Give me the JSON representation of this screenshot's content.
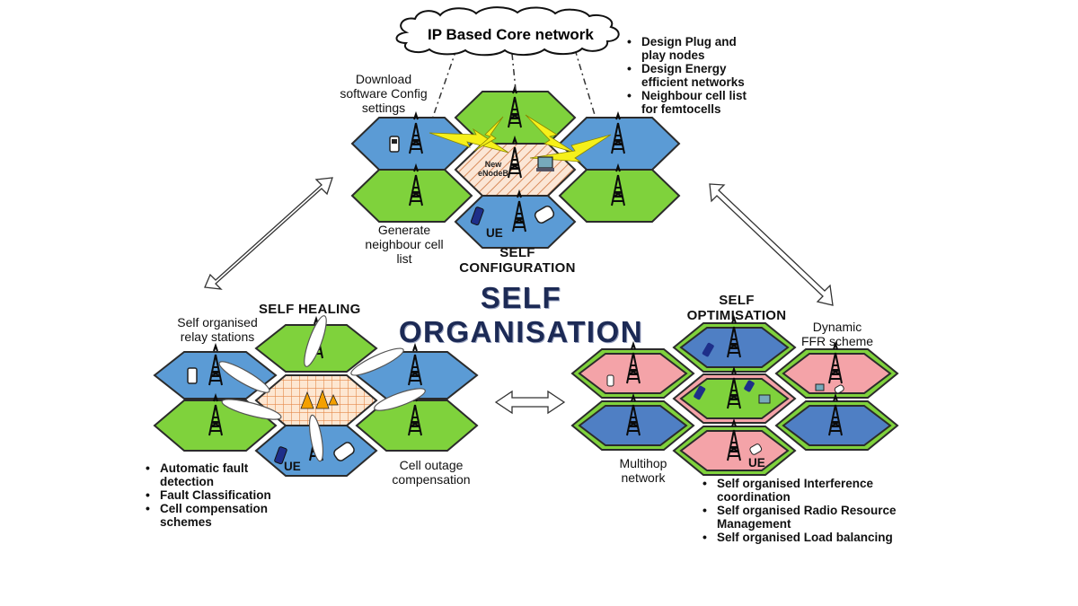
{
  "cloud": {
    "label": "IP Based Core network"
  },
  "center": {
    "title_line1": "SELF",
    "title_line2": "ORGANISATION"
  },
  "top_section": {
    "heading_line1": "SELF",
    "heading_line2": "CONFIGURATION",
    "left_note_top": [
      "Download",
      "software Config",
      "settings"
    ],
    "left_note_bottom": [
      "Generate",
      "neighbour cell",
      "list"
    ],
    "new_enodeb": [
      "New",
      "eNodeB"
    ],
    "ue_label": "UE",
    "bullets": [
      "Design Plug and",
      "play nodes",
      "Design Energy",
      "efficient networks",
      "Neighbour cell list",
      "for femtocells"
    ]
  },
  "left_section": {
    "heading": "SELF HEALING",
    "relay_note": [
      "Self organised",
      "relay stations"
    ],
    "outage_note": [
      "Cell outage",
      "compensation"
    ],
    "ue_label": "UE",
    "bullets": [
      [
        "Automatic fault",
        "detection"
      ],
      [
        "Fault Classification"
      ],
      [
        "Cell compensation",
        "schemes"
      ]
    ]
  },
  "right_section": {
    "heading_line1": "SELF",
    "heading_line2": "OPTIMISATION",
    "ffr_note": [
      "Dynamic",
      "FFR scheme"
    ],
    "multihop_note": [
      "Multihop",
      "network"
    ],
    "ue_label": "UE",
    "bullets": [
      [
        "Self organised Interference",
        "coordination"
      ],
      [
        "Self organised Radio Resource",
        "Management"
      ],
      [
        "Self organised Load balancing"
      ]
    ]
  },
  "colors": {
    "blue_cell": "#5b9bd5",
    "green_cell": "#7fd23c",
    "pink_cell": "#f4a3a8",
    "dark_blue_cell": "#4f7fc4",
    "title_navy": "#1c2a55",
    "lightning": "#f6f01a"
  }
}
